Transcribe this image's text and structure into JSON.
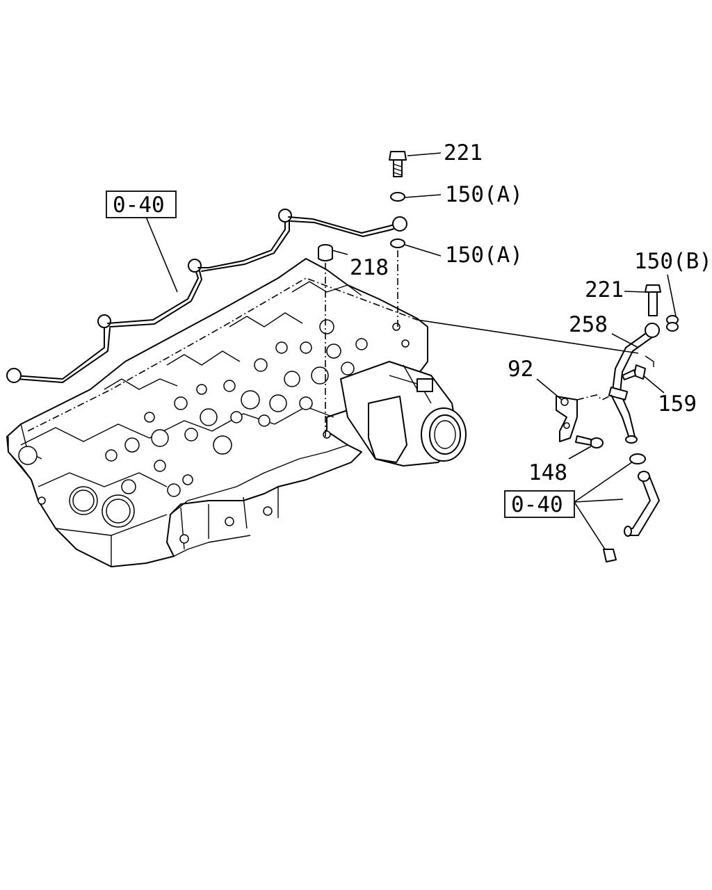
{
  "callouts": {
    "bolt_221_top": "221",
    "washer_150a_upper": "150(A)",
    "washer_150a_lower": "150(A)",
    "cap_218": "218",
    "washer_150b": "150(B)",
    "bolt_221_right": "221",
    "pipe_258": "258",
    "bracket_92": "92",
    "bolt_159": "159",
    "bolt_148": "148"
  },
  "reference_boxes": {
    "fuel_lines_ref": "0-40",
    "hose_ref": "0-40"
  }
}
